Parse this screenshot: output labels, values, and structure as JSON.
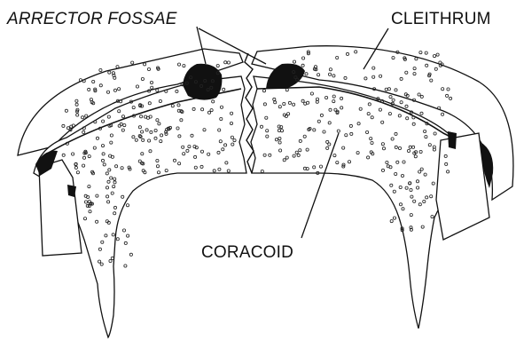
{
  "labels": {
    "arrector_fossae": "ARRECTOR FOSSAE",
    "cleithrum": "CLEITHRUM",
    "coracoid": "CORACOID"
  },
  "colors": {
    "ink": "#111111",
    "fill": "#ffffff",
    "fossa": "#111111"
  }
}
